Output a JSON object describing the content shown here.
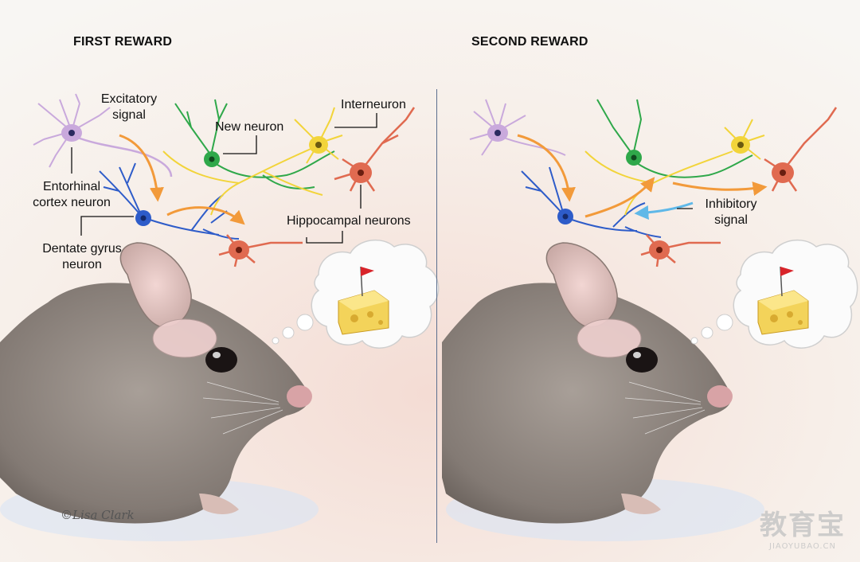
{
  "panels": {
    "first": {
      "title": "FIRST REWARD",
      "excitatory_line1": "Excitatory",
      "excitatory_line2": "signal",
      "new_neuron": "New neuron",
      "interneuron": "Interneuron",
      "entorhinal_line1": "Entorhinal",
      "entorhinal_line2": "cortex neuron",
      "hippocampal": "Hippocampal neurons",
      "dentate_line1": "Dentate gyrus",
      "dentate_line2": "neuron"
    },
    "second": {
      "title": "SECOND REWARD",
      "inhibitory_line1": "Inhibitory",
      "inhibitory_line2": "signal"
    }
  },
  "signature": "©Lisa Clark",
  "watermark": {
    "main": "教育宝",
    "sub": "JIAOYUBAO.CN"
  },
  "colors": {
    "entorhinal": "#c9a9dc",
    "dentate": "#2e5cc9",
    "new_neuron": "#2fa84a",
    "interneuron": "#f2d43a",
    "hippocampal": "#e06a50",
    "excitatory_arrow": "#f29a3a",
    "inhibitory_arrow": "#5fb8e8",
    "mouse": "#8e8680"
  }
}
